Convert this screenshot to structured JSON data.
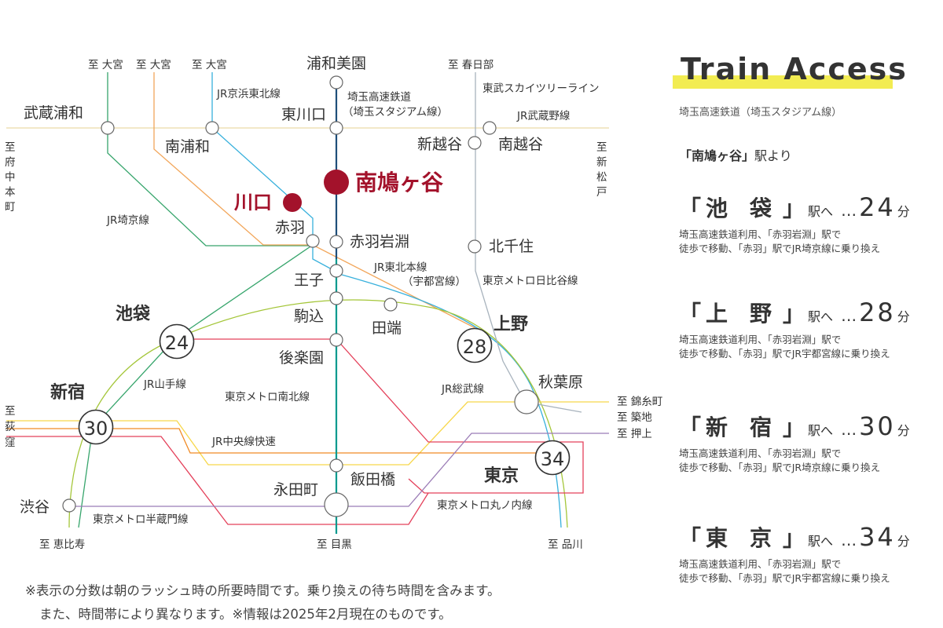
{
  "title": "Train Access",
  "subtitle": "埼玉高速鉄道（埼玉スタジアム線）",
  "from_station": "「南鳩ヶ谷」",
  "from_suffix": "駅より",
  "routes": [
    {
      "name": "池袋",
      "to": "駅へ",
      "dots": "…",
      "minutes": "24",
      "unit": "分",
      "desc1": "埼玉高速鉄道利用、「赤羽岩淵」駅で",
      "desc2": "徒歩で移動、「赤羽」駅でJR埼京線に乗り換え"
    },
    {
      "name": "上野",
      "to": "駅へ",
      "dots": "…",
      "minutes": "28",
      "unit": "分",
      "desc1": "埼玉高速鉄道利用、「赤羽岩淵」駅で",
      "desc2": "徒歩で移動、「赤羽」駅でJR宇都宮線に乗り換え"
    },
    {
      "name": "新宿",
      "to": "駅へ",
      "dots": "…",
      "minutes": "30",
      "unit": "分",
      "desc1": "埼玉高速鉄道利用、「赤羽岩淵」駅で",
      "desc2": "徒歩で移動、「赤羽」駅でJR埼京線に乗り換え"
    },
    {
      "name": "東京",
      "to": "駅へ",
      "dots": "…",
      "minutes": "34",
      "unit": "分",
      "desc1": "埼玉高速鉄道利用、「赤羽岩淵」駅で",
      "desc2": "徒歩で移動、「赤羽」駅でJR宇都宮線に乗り換え"
    }
  ],
  "note_line1": "※表示の分数は朝のラッシュ時の所要時間です。乗り換えの待ち時間を含みます。",
  "note_line2": "また、時間帯により異なります。※情報は2025年2月現在のものです。",
  "map": {
    "stations": {
      "urawa_misono": "浦和美園",
      "higashi_kawaguchi": "東川口",
      "minami_hatogaya": "南鳩ヶ谷",
      "kawaguchi": "川口",
      "akabane": "赤羽",
      "akabane_iwabuchi": "赤羽岩淵",
      "oji": "王子",
      "komagome": "駒込",
      "tabata": "田端",
      "korakuen": "後楽園",
      "iidabashi": "飯田橋",
      "nagatacho": "永田町",
      "musashi_urawa": "武蔵浦和",
      "minami_urawa": "南浦和",
      "shin_koshigaya": "新越谷",
      "minami_koshigaya": "南越谷",
      "kita_senju": "北千住",
      "akihabara": "秋葉原",
      "shibuya": "渋谷",
      "ikebukuro": "池袋",
      "ueno": "上野",
      "shinjuku": "新宿",
      "tokyo": "東京"
    },
    "badges": {
      "ikebukuro": "24",
      "ueno": "28",
      "shinjuku": "30",
      "tokyo": "34"
    },
    "lines": {
      "saitama_railway_1": "埼玉高速鉄道",
      "saitama_railway_2": "（埼玉スタジアム線）",
      "keihin_tohoku": "JR京浜東北線",
      "saikyo": "JR埼京線",
      "tobu_skytree": "東武スカイツリーライン",
      "musashino": "JR武蔵野線",
      "tohoku_main_1": "JR東北本線",
      "tohoku_main_2": "（宇都宮線）",
      "hibiya": "東京メトロ日比谷線",
      "yamanote": "JR山手線",
      "namboku": "東京メトロ南北線",
      "sobu": "JR総武線",
      "chuo_rapid": "JR中央線快速",
      "marunouchi": "東京メトロ丸ノ内線",
      "hanzomon": "東京メトロ半蔵門線"
    },
    "directions": {
      "omiya1": "至 大宮",
      "omiya2": "至 大宮",
      "omiya3": "至 大宮",
      "kasukabe": "至 春日部",
      "fuchu_c1": "至",
      "fuchu_c2": "府",
      "fuchu_c3": "中",
      "fuchu_c4": "本",
      "fuchu_c5": "町",
      "shinmatsudo_c1": "至",
      "shinmatsudo_c2": "新",
      "shinmatsudo_c3": "松",
      "shinmatsudo_c4": "戸",
      "ogikubo_c1": "至",
      "ogikubo_c2": "荻",
      "ogikubo_c3": "窪",
      "kinshicho": "至 錦糸町",
      "tsukiji": "至 築地",
      "oshiage": "至 押上",
      "ebisu": "至 恵比寿",
      "meguro": "至 目黒",
      "shinagawa": "至 品川"
    }
  },
  "colors": {
    "saitama_railway": "#1f4e79",
    "namboku": "#009a8e",
    "saikyo": "#37a56c",
    "keihin_tohoku": "#37b0dc",
    "utsunomiya": "#f2a65a",
    "yamanote": "#a4c639",
    "sobu": "#f7d74a",
    "marunouchi": "#e4405a",
    "hanzomon": "#9b7cb6",
    "hibiya": "#a8b3bd",
    "chuo": "#f08a24",
    "highlight_red": "#a3122b",
    "title_highlight": "#f2ec52"
  }
}
